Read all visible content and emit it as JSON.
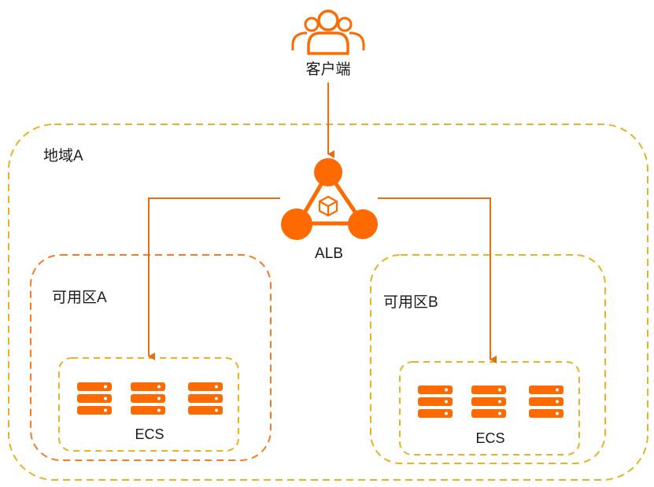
{
  "client": {
    "label": "客户端",
    "icon": "users-icon"
  },
  "region": {
    "label": "地域A"
  },
  "load_balancer": {
    "label": "ALB",
    "icon": "alb-icon"
  },
  "zones": [
    {
      "label": "可用区A",
      "ecs_group": {
        "label": "ECS",
        "server_icon": "server-icon",
        "server_count": 3
      }
    },
    {
      "label": "可用区B",
      "ecs_group": {
        "label": "ECS",
        "server_icon": "server-icon",
        "server_count": 3
      }
    }
  ],
  "colors": {
    "accent": "#ff6a00",
    "arrow": "#e07011",
    "region_border": "#e5b327",
    "zone_a_border": "#f27d27",
    "zone_b_border": "#e5b327",
    "ecs_border": "#e5b327",
    "text": "#1a1a1a"
  }
}
